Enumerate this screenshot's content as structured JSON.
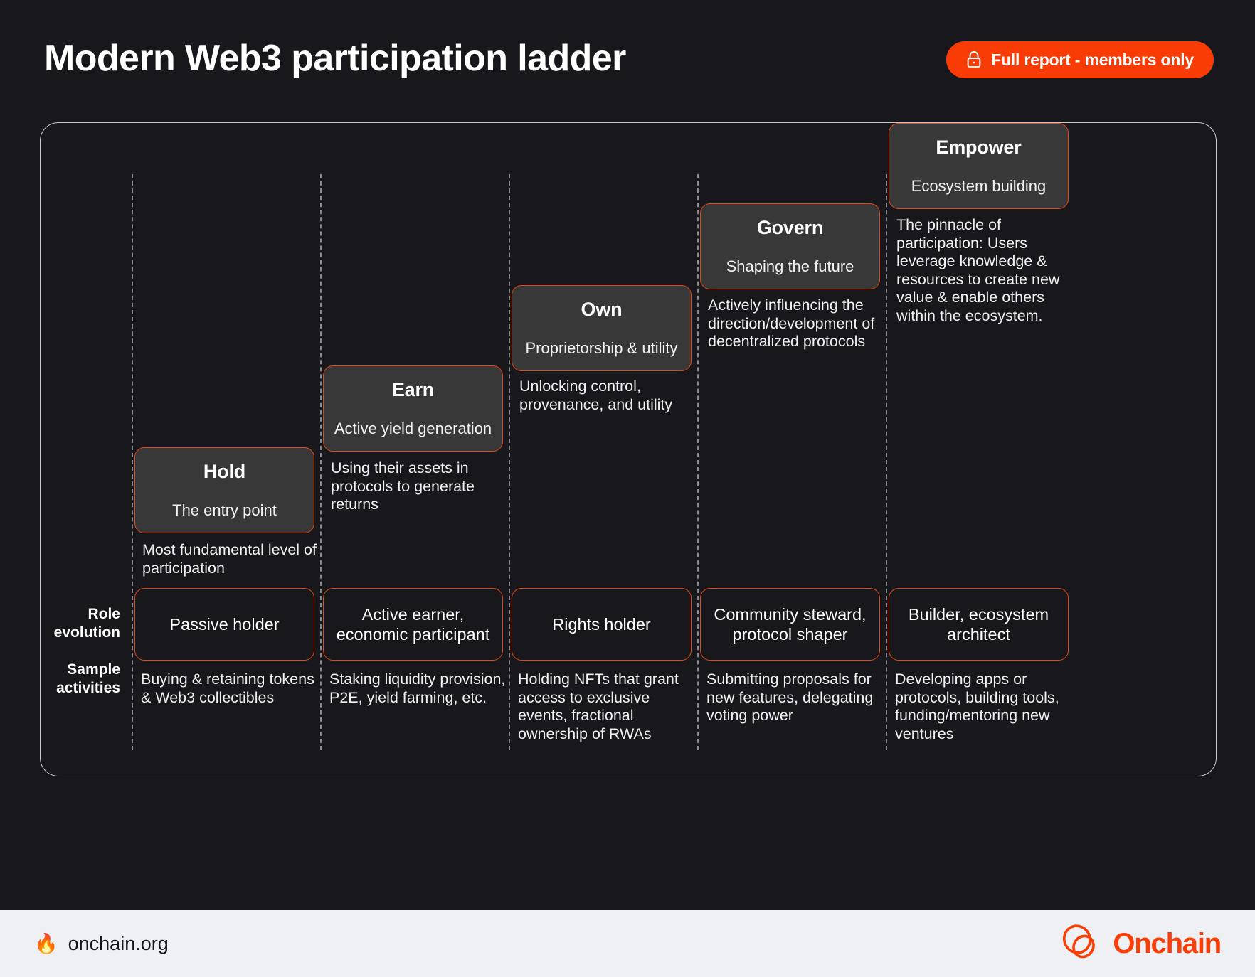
{
  "header": {
    "title": "Modern Web3 participation ladder",
    "badge": {
      "label": "Full report - members only",
      "icon": "lock-icon",
      "bg_color": "#f93c05",
      "text_color": "#ffffff"
    }
  },
  "theme": {
    "background": "#17171c",
    "accent_orange": "#e24715",
    "brand_orange": "#fa3c05",
    "card_fill": "#383839",
    "panel_border": "#c9cace",
    "divider": "#8a8b91",
    "footer_bg": "#eff0f4",
    "text_primary": "#ffffff"
  },
  "row_labels": {
    "role_evolution": "Role\nevolution",
    "role_evolution_line1": "Role",
    "role_evolution_line2": "evolution",
    "sample_activities_line1": "Sample",
    "sample_activities_line2": "activities"
  },
  "steps": [
    {
      "id": "hold",
      "title": "Hold",
      "subtitle": "The entry point",
      "description": "Most fundamental level of participation",
      "role": "Passive holder",
      "activities": "Buying & retaining tokens & Web3 collectibles"
    },
    {
      "id": "earn",
      "title": "Earn",
      "subtitle": "Active yield generation",
      "description": "Using their assets in protocols to generate returns",
      "role": "Active earner, economic participant",
      "activities": "Staking liquidity provision, P2E, yield farming, etc."
    },
    {
      "id": "own",
      "title": "Own",
      "subtitle": "Proprietorship & utility",
      "description": "Unlocking control, provenance, and utility",
      "role": "Rights holder",
      "activities": "Holding NFTs that grant access to exclusive events, fractional ownership of RWAs"
    },
    {
      "id": "govern",
      "title": "Govern",
      "subtitle": "Shaping the future",
      "description": "Actively influencing the direction/development of decentralized protocols",
      "role": "Community steward, protocol shaper",
      "activities": "Submitting proposals for new features, delegating voting power"
    },
    {
      "id": "empower",
      "title": "Empower",
      "subtitle": "Ecosystem building",
      "description": "The pinnacle of participation: Users leverage knowledge & resources to create new value & enable others within the ecosystem.",
      "role": "Builder, ecosystem architect",
      "activities": "Developing apps or protocols, building tools, funding/mentoring new ventures"
    }
  ],
  "footer": {
    "flame": "🔥",
    "site": "onchain.org",
    "logo_wordmark": "Onchain",
    "logo_mark": "onchain-loop-logo"
  }
}
